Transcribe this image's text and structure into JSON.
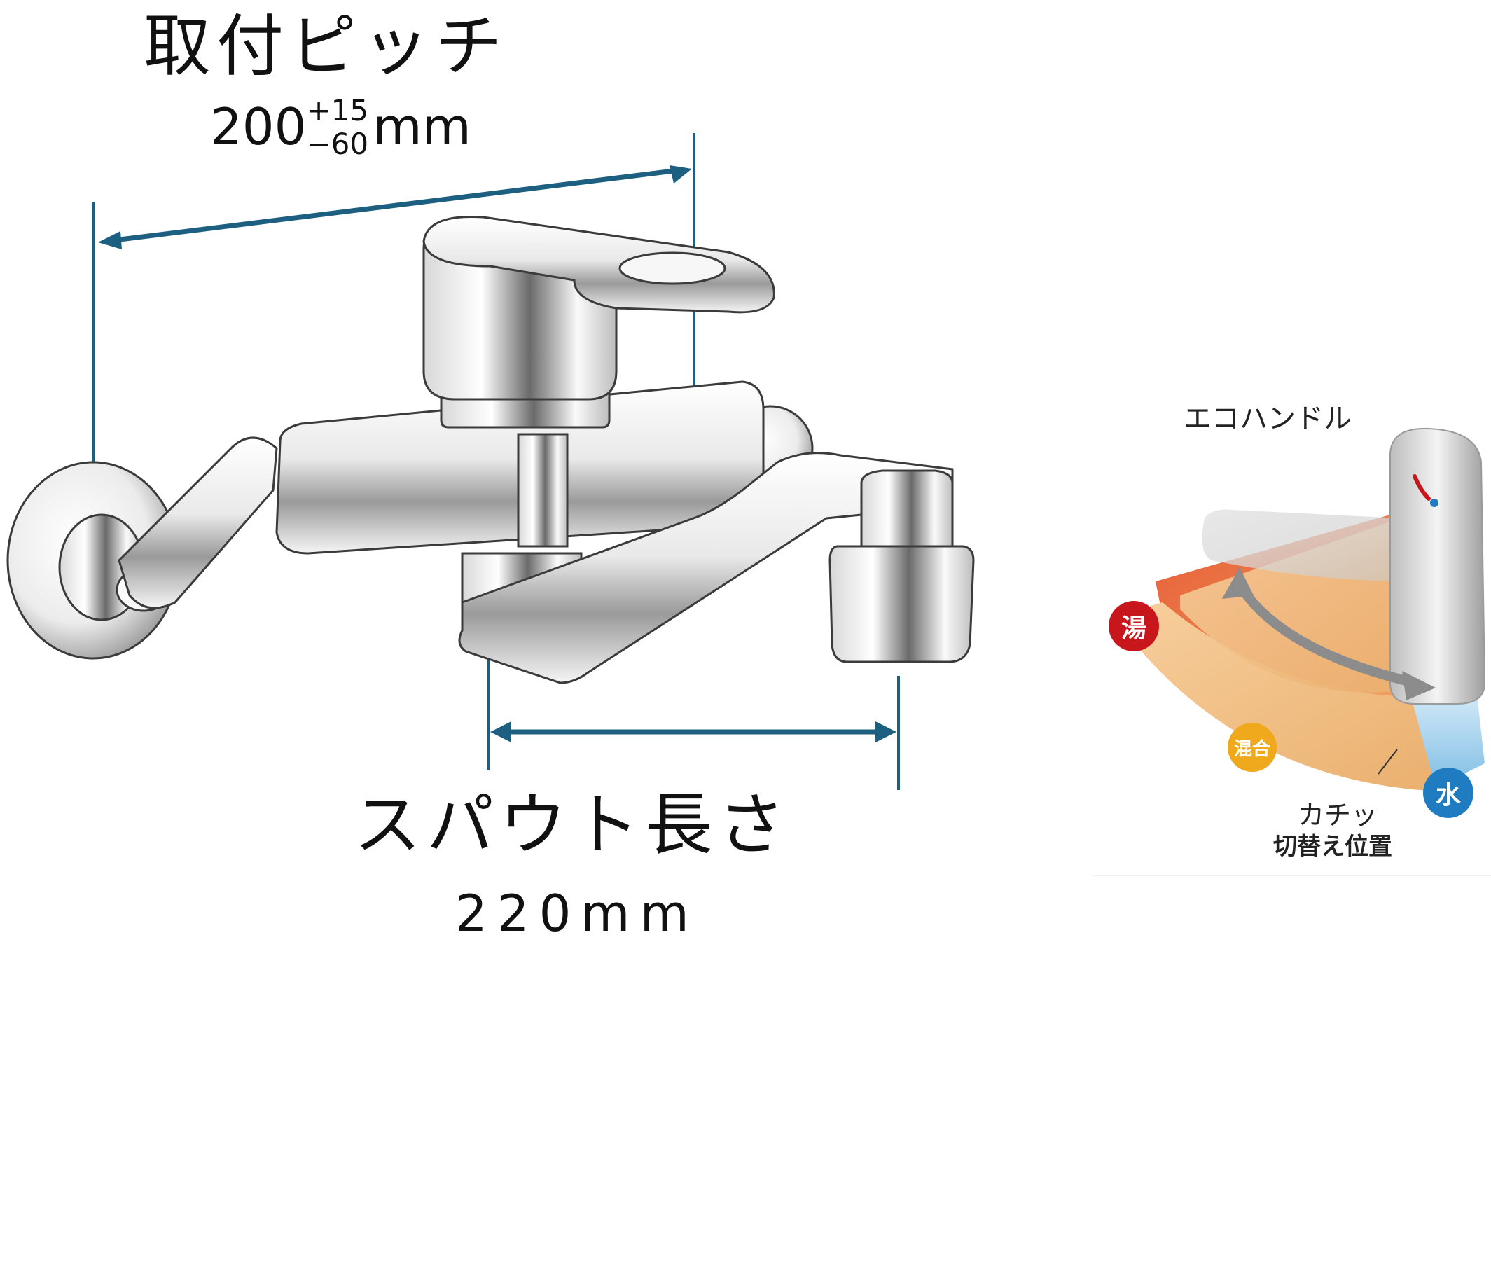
{
  "mount_pitch": {
    "title": "取付ピッチ",
    "value": "200",
    "tol_plus": "+15",
    "tol_minus": "−60",
    "unit": "mm"
  },
  "spout_length": {
    "title": "スパウト長さ",
    "value": "220mm"
  },
  "eco_handle": {
    "title": "エコハンドル",
    "hot_label": "湯",
    "mix_label": "混合",
    "cold_label": "水",
    "click_label": "カチッ",
    "switch_label": "切替え位置",
    "hot_color": "#c8161d",
    "mix_color": "#f0a81c",
    "cold_color": "#1f7cc0"
  },
  "colors": {
    "dimension_line": "#1d5f80",
    "chrome_dark": "#5a5a5a",
    "chrome_light": "#f2f2f2"
  }
}
